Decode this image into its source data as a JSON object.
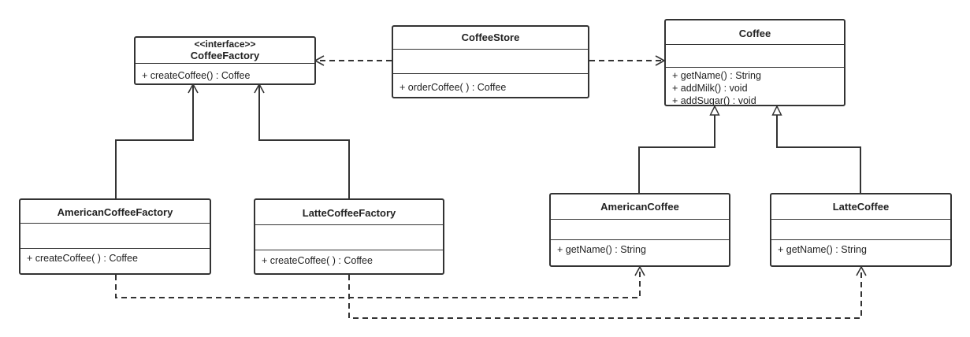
{
  "classes": {
    "coffee_factory": {
      "stereotype": "<<interface>>",
      "name": "CoffeeFactory",
      "operations": [
        "+ createCoffee() : Coffee"
      ]
    },
    "coffee_store": {
      "name": "CoffeeStore",
      "operations": [
        "+ orderCoffee( ) : Coffee"
      ]
    },
    "coffee": {
      "name": "Coffee",
      "operations": [
        "+ getName() : String",
        "+ addMilk() : void",
        "+ addSugar() : void"
      ]
    },
    "american_coffee_factory": {
      "name": "AmericanCoffeeFactory",
      "operations": [
        "+ createCoffee( ) : Coffee"
      ]
    },
    "latte_coffee_factory": {
      "name": "LatteCoffeeFactory",
      "operations": [
        "+ createCoffee( ) : Coffee"
      ]
    },
    "american_coffee": {
      "name": "AmericanCoffee",
      "operations": [
        "+ getName() : String"
      ]
    },
    "latte_coffee": {
      "name": "LatteCoffee",
      "operations": [
        "+ getName() : String"
      ]
    }
  },
  "relationships": [
    {
      "type": "dependency",
      "from": "CoffeeStore",
      "to": "CoffeeFactory"
    },
    {
      "type": "dependency",
      "from": "CoffeeStore",
      "to": "Coffee"
    },
    {
      "type": "realization",
      "from": "AmericanCoffeeFactory",
      "to": "CoffeeFactory"
    },
    {
      "type": "realization",
      "from": "LatteCoffeeFactory",
      "to": "CoffeeFactory"
    },
    {
      "type": "generalization",
      "from": "AmericanCoffee",
      "to": "Coffee"
    },
    {
      "type": "generalization",
      "from": "LatteCoffee",
      "to": "Coffee"
    },
    {
      "type": "dependency",
      "from": "AmericanCoffeeFactory",
      "to": "AmericanCoffee"
    },
    {
      "type": "dependency",
      "from": "LatteCoffeeFactory",
      "to": "LatteCoffee"
    }
  ]
}
